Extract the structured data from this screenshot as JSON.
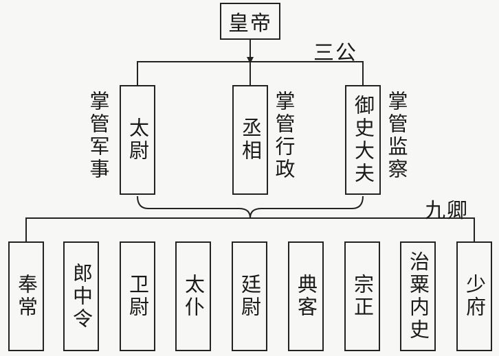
{
  "emperor": "皇帝",
  "three_excellencies": {
    "label": "三公",
    "officials": [
      {
        "title": "太尉",
        "duty": "掌管军事"
      },
      {
        "title": "丞相",
        "duty": "掌管行政"
      },
      {
        "title": "御史大夫",
        "duty": "掌管监察"
      }
    ]
  },
  "nine_ministers": {
    "label": "九卿",
    "officials": [
      "奉常",
      "郎中令",
      "卫尉",
      "太仆",
      "廷尉",
      "典客",
      "宗正",
      "治粟内史",
      "少府"
    ]
  }
}
